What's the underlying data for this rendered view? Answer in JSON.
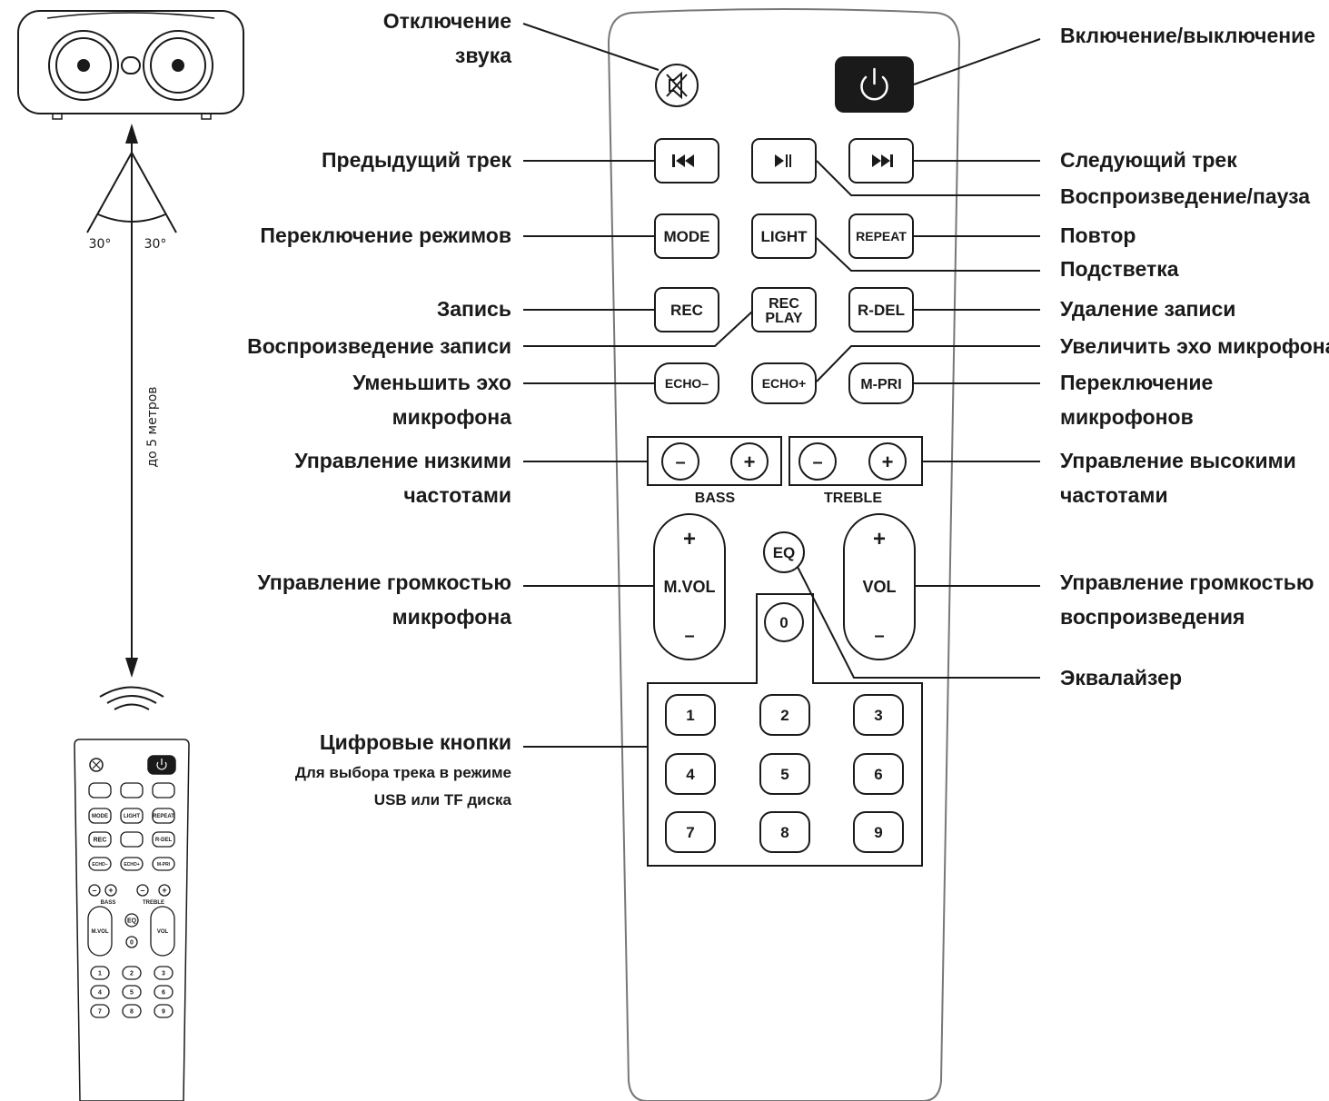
{
  "labels_left": {
    "mute": [
      "Отключение",
      "звука"
    ],
    "prev": "Предыдущий трек",
    "mode": "Переключение режимов",
    "rec": "Запись",
    "rec_play": "Воспроизведение записи",
    "echo_down": [
      "Уменьшить эхо",
      "микрофона"
    ],
    "bass": [
      "Управление низкими",
      "частотами"
    ],
    "mic_vol": [
      "Управление громкостью",
      "микрофона"
    ],
    "digits": [
      "Цифровые кнопки",
      "Для выбора трека в режиме",
      "USB или TF диска"
    ]
  },
  "labels_right": {
    "power": "Включение/выключение",
    "next": "Следующий трек",
    "play_pause": "Воспроизведение/пауза",
    "repeat": "Повтор",
    "light": "Подстветка",
    "r_del": "Удаление записи",
    "echo_up": "Увеличить эхо микрофона",
    "m_pri": [
      "Переключение",
      "микрофонов"
    ],
    "treble": [
      "Управление высокими",
      "частотами"
    ],
    "vol": [
      "Управление громкостью",
      "воспроизведения"
    ],
    "eq": "Эквалайзер"
  },
  "buttons": {
    "prev_icon": "⏮",
    "play_icon": "⏯",
    "next_icon": "⏭",
    "mode": "MODE",
    "light": "LIGHT",
    "repeat": "REPEAT",
    "rec": "REC",
    "rec_play": [
      "REC",
      "PLAY"
    ],
    "r_del": "R-DEL",
    "echo_down": "ECHO–",
    "echo_up": "ECHO+",
    "m_pri": "M-PRI",
    "minus": "–",
    "plus": "+",
    "bass": "BASS",
    "treble": "TREBLE",
    "mvol": "M.VOL",
    "vol": "VOL",
    "eq": "EQ",
    "zero": "0",
    "digits": [
      "1",
      "2",
      "3",
      "4",
      "5",
      "6",
      "7",
      "8",
      "9"
    ]
  },
  "annotations": {
    "angle_left": "30°",
    "angle_right": "30°",
    "distance": "до 5 метров"
  },
  "icons": {
    "mute": "mute-icon",
    "power": "power-icon",
    "signal": "signal-waves-icon"
  },
  "colors": {
    "line": "#1a1a1a",
    "power_button": "#1a1a1a",
    "remote_outline": "#777777"
  }
}
